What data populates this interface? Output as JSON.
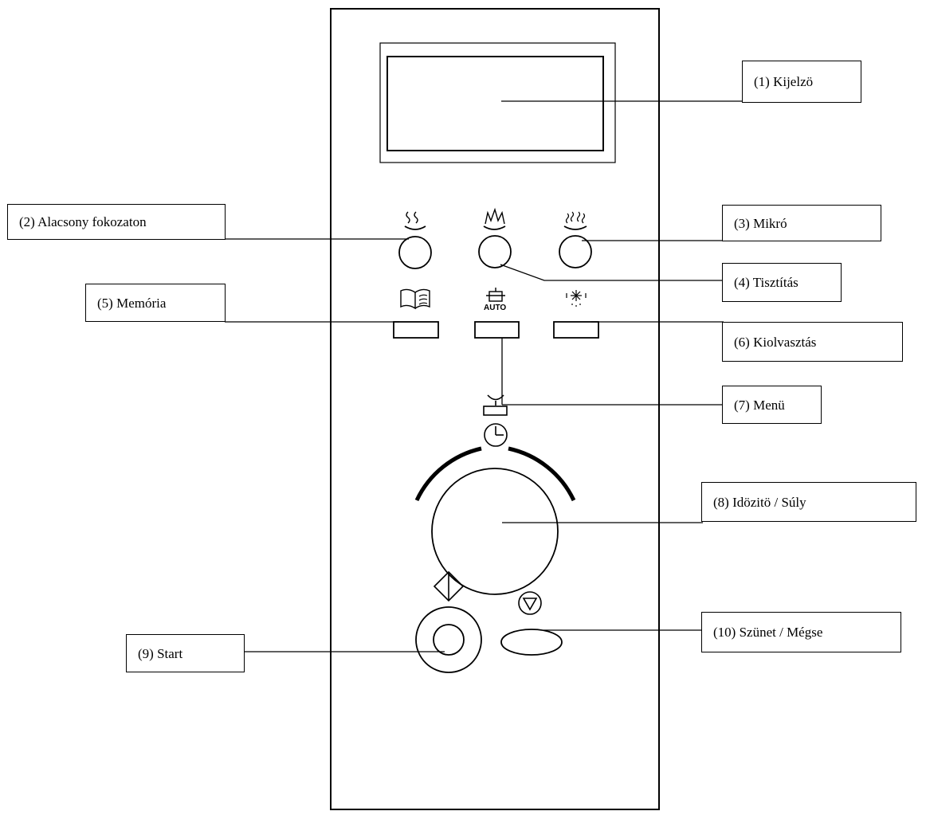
{
  "labels": {
    "display": "(1) Kijelzö",
    "low": "(2) Alacsony fokozaton",
    "micro": "(3) Mikró",
    "clean": "(4) Tisztítás",
    "memory": "(5) Memória",
    "defrost": "(6) Kiolvasztás",
    "menu": "(7) Menü",
    "timer": "(8) Idözitö / Súly",
    "start": "(9) Start",
    "pause": "(10) Szünet / Mégse"
  },
  "panel": {
    "auto_text": "AUTO"
  },
  "icons": {
    "low": "steam-waves-icon",
    "clean": "sparkle-clean-icon",
    "micro": "microwave-waves-icon",
    "memory": "open-book-icon",
    "auto": "pot-auto-icon",
    "defrost": "snowflake-icon",
    "scale": "scale-icon",
    "clock": "clock-icon",
    "start": "start-diamond-icon",
    "stop": "stop-triangle-icon"
  }
}
